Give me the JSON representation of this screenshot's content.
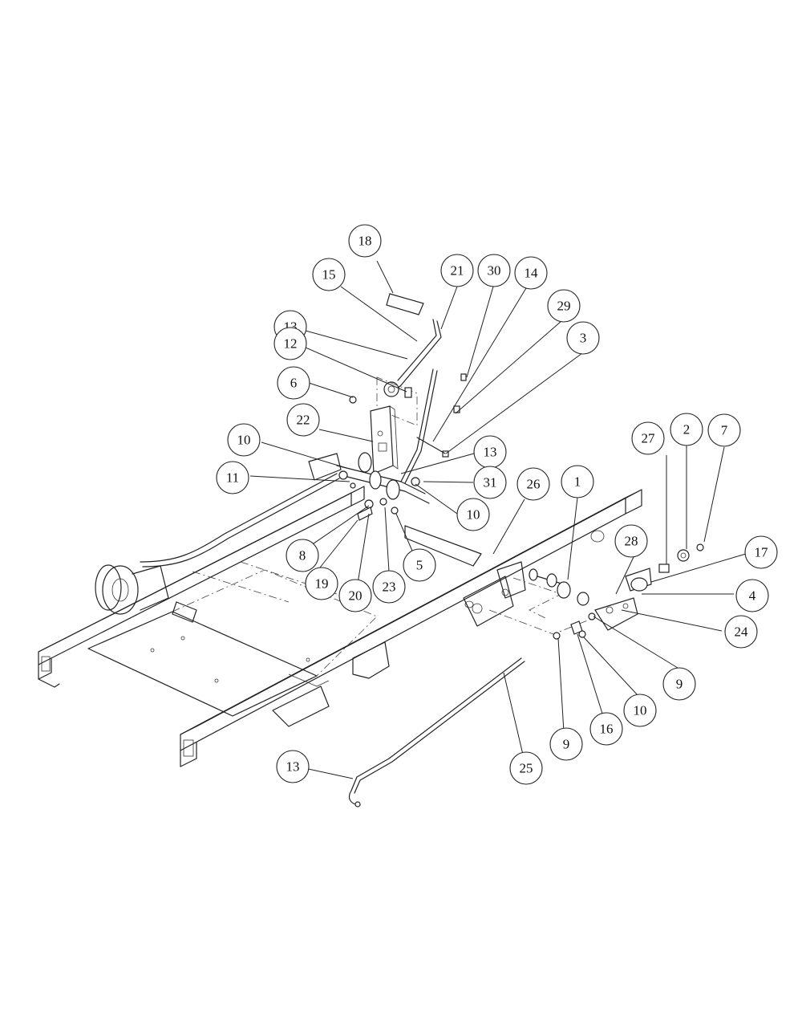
{
  "callouts": [
    {
      "id": "c18",
      "label": "18"
    },
    {
      "id": "c15",
      "label": "15"
    },
    {
      "id": "c21",
      "label": "21"
    },
    {
      "id": "c30",
      "label": "30"
    },
    {
      "id": "c14",
      "label": "14"
    },
    {
      "id": "c13a",
      "label": "13"
    },
    {
      "id": "c29",
      "label": "29"
    },
    {
      "id": "c12",
      "label": "12"
    },
    {
      "id": "c3",
      "label": "3"
    },
    {
      "id": "c6",
      "label": "6"
    },
    {
      "id": "c22",
      "label": "22"
    },
    {
      "id": "c27",
      "label": "27"
    },
    {
      "id": "c2",
      "label": "2"
    },
    {
      "id": "c7",
      "label": "7"
    },
    {
      "id": "c10a",
      "label": "10"
    },
    {
      "id": "c13b",
      "label": "13"
    },
    {
      "id": "c11",
      "label": "11"
    },
    {
      "id": "c31",
      "label": "31"
    },
    {
      "id": "c26",
      "label": "26"
    },
    {
      "id": "c1",
      "label": "1"
    },
    {
      "id": "c10b",
      "label": "10"
    },
    {
      "id": "c28",
      "label": "28"
    },
    {
      "id": "c17",
      "label": "17"
    },
    {
      "id": "c8",
      "label": "8"
    },
    {
      "id": "c5",
      "label": "5"
    },
    {
      "id": "c19",
      "label": "19"
    },
    {
      "id": "c20",
      "label": "20"
    },
    {
      "id": "c23",
      "label": "23"
    },
    {
      "id": "c4",
      "label": "4"
    },
    {
      "id": "c24",
      "label": "24"
    },
    {
      "id": "c9a",
      "label": "9"
    },
    {
      "id": "c10c",
      "label": "10"
    },
    {
      "id": "c16",
      "label": "16"
    },
    {
      "id": "c9b",
      "label": "9"
    },
    {
      "id": "c13c",
      "label": "13"
    },
    {
      "id": "c25",
      "label": "25"
    }
  ]
}
